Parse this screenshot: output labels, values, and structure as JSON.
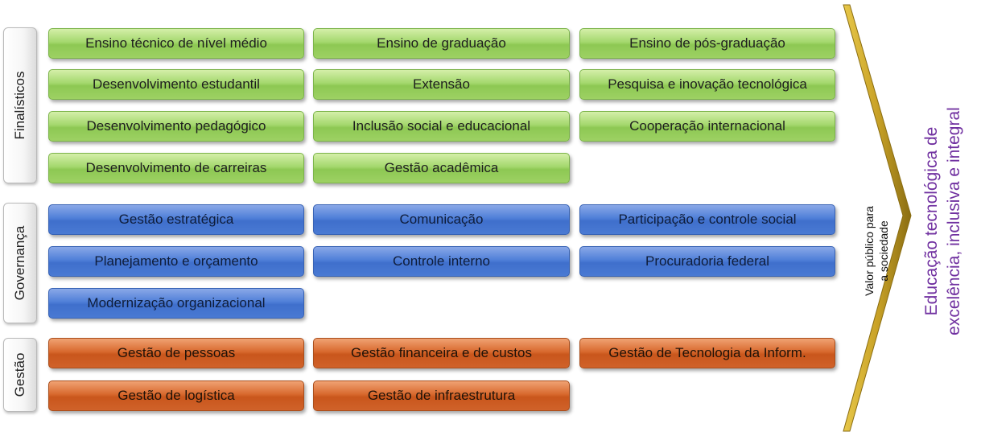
{
  "groups": {
    "finalisticos": "Finalísticos",
    "governanca": "Governança",
    "gestao": "Gestão"
  },
  "finalisticos": [
    "Ensino técnico de nível médio",
    "Ensino de graduação",
    "Ensino de pós-graduação",
    "Desenvolvimento  estudantil",
    "Extensão",
    "Pesquisa e inovação tecnológica",
    "Desenvolvimento  pedagógico",
    "Inclusão social e educacional",
    "Cooperação  internacional",
    "Desenvolvimento  de carreiras",
    "Gestão acadêmica"
  ],
  "governanca": [
    "Gestão estratégica",
    "Comunicação",
    "Participação e controle social",
    "Planejamento e orçamento",
    "Controle interno",
    "Procuradoria federal",
    "Modernização  organizacional"
  ],
  "gestao": [
    "Gestão de pessoas",
    "Gestão financeira e de custos",
    "Gestão de Tecnologia da Inform.",
    "Gestão de logística",
    "Gestão de infraestrutura"
  ],
  "valor": {
    "line1": "Valor público para",
    "line2": "a sociedade"
  },
  "outcome": {
    "line1": "Educação tecnológica de",
    "line2": "excelência,  inclusiva e integral"
  },
  "colors": {
    "outcome_text": "#7030a0",
    "chevron": "#c9a227",
    "green": "#92cc5b",
    "blue": "#4a7ad3",
    "orange": "#d0622a"
  }
}
